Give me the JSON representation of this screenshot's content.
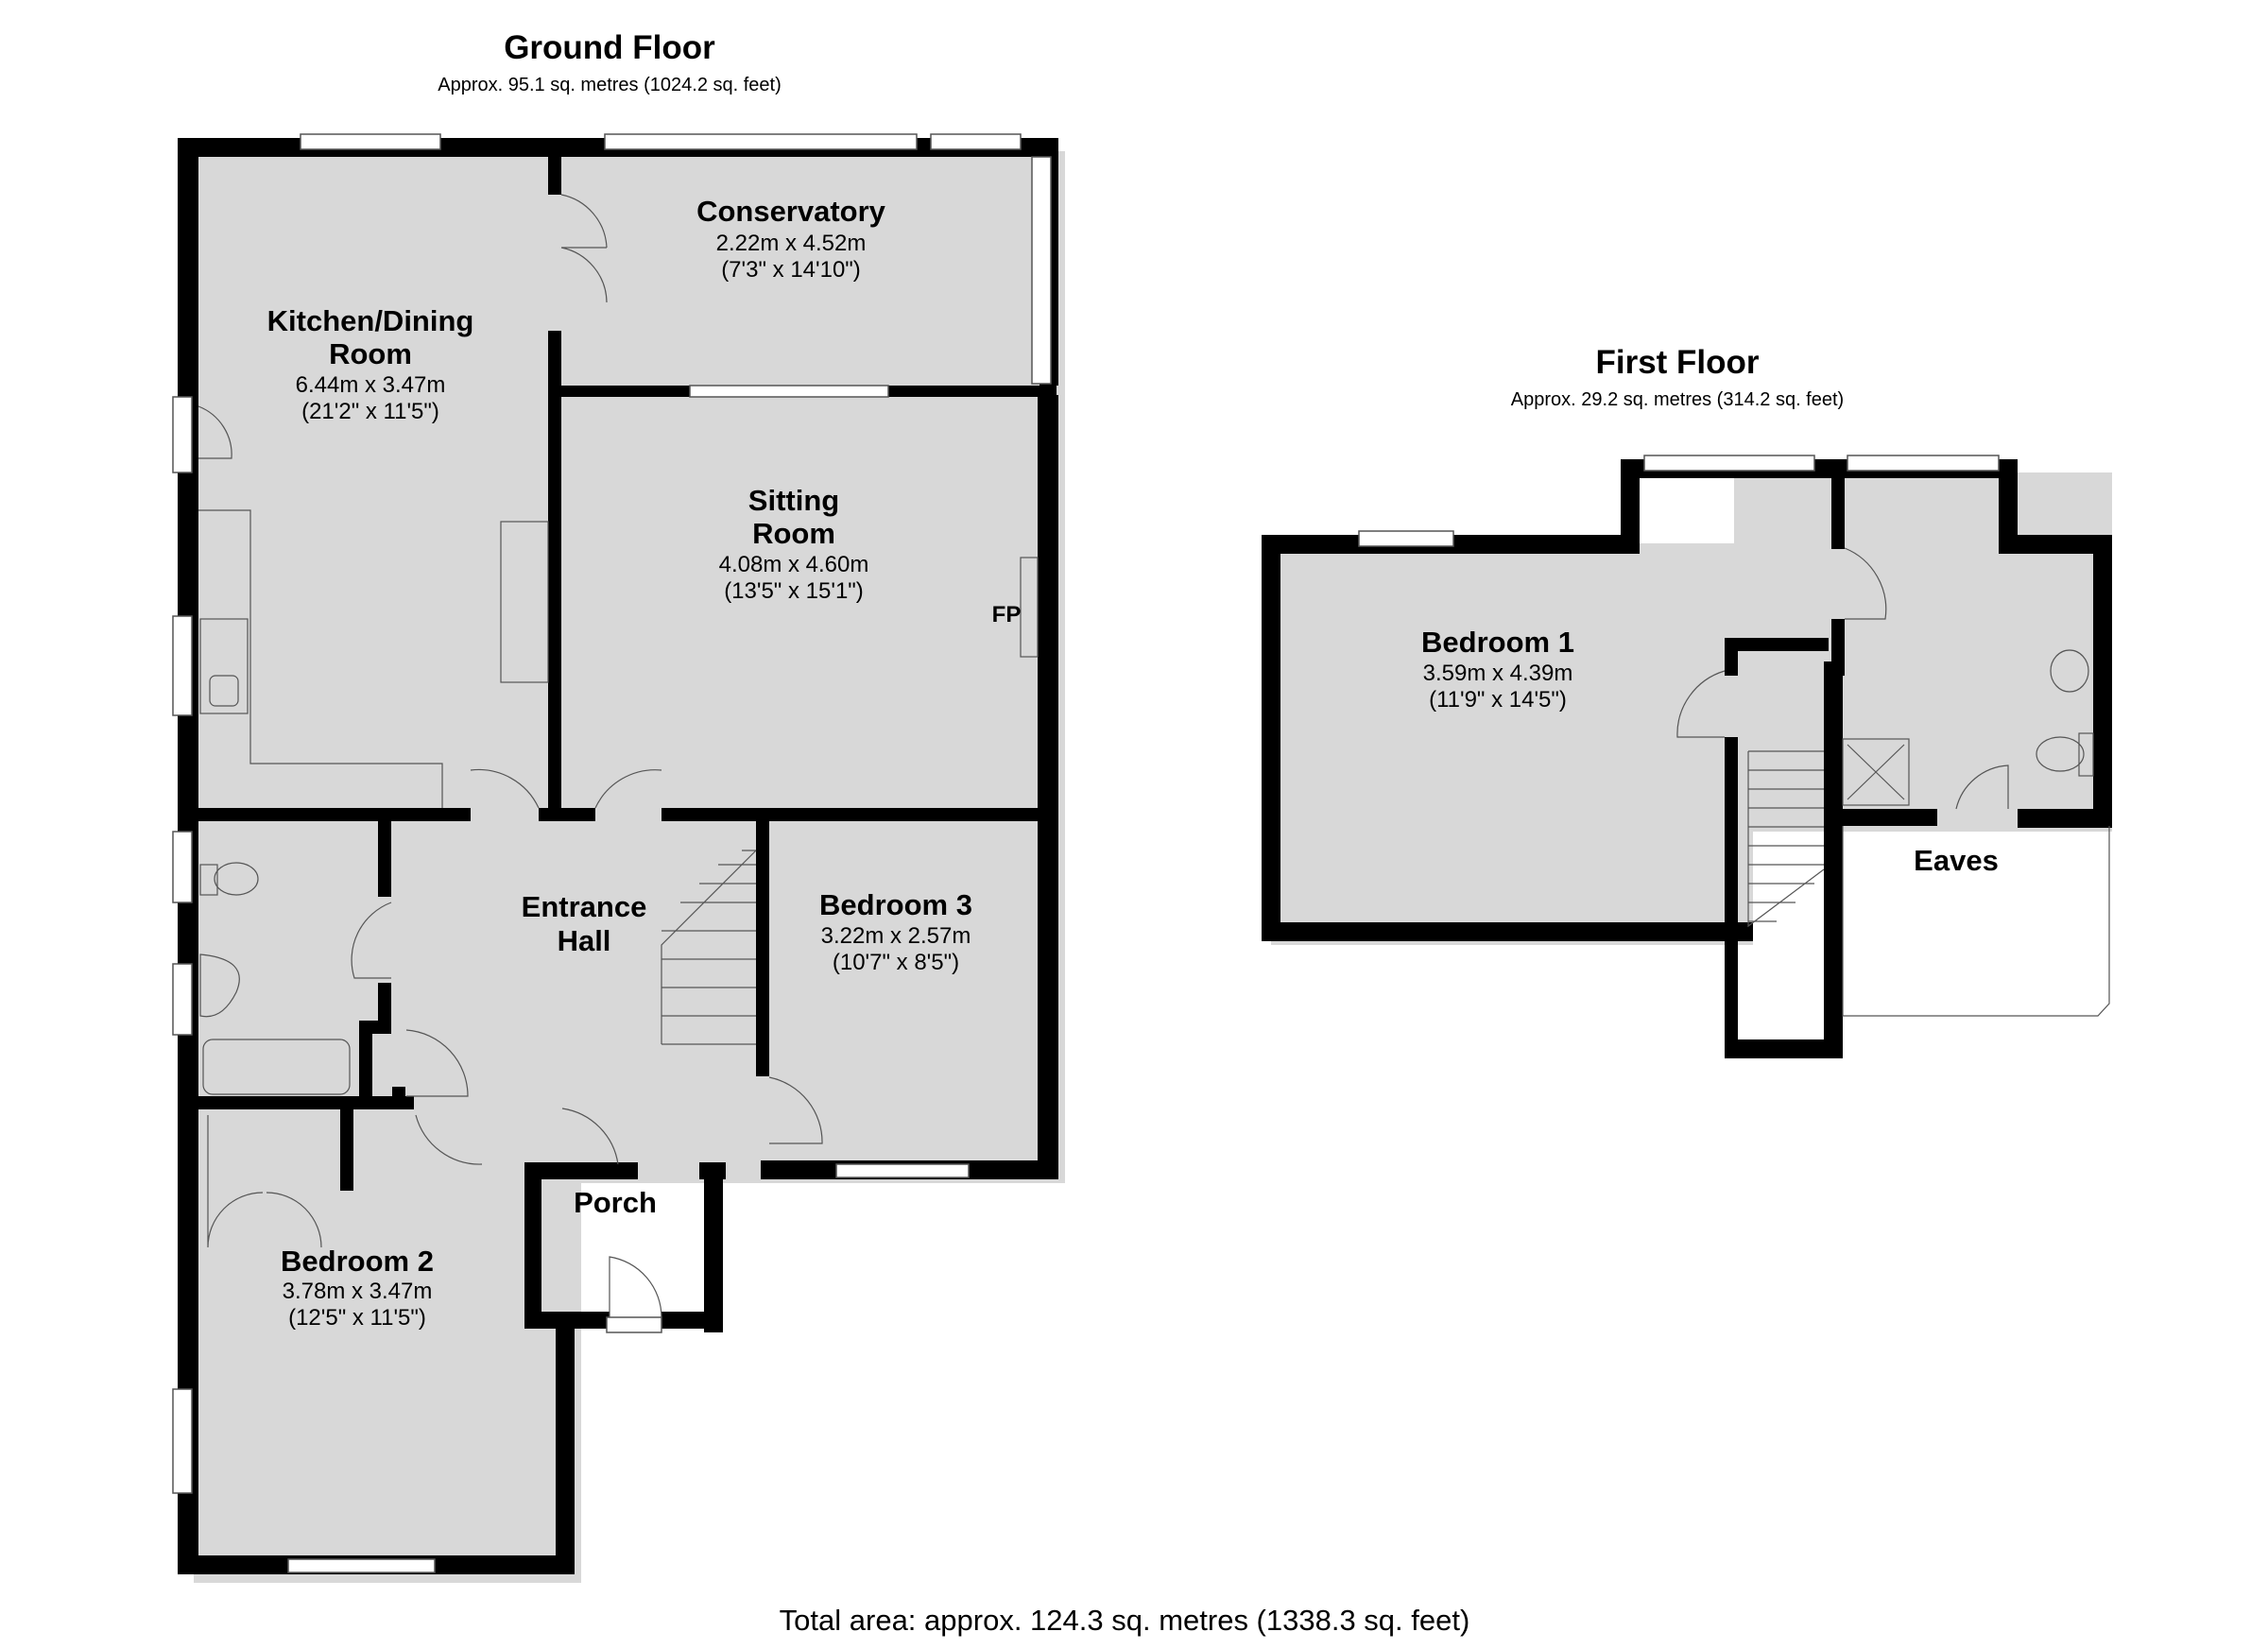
{
  "ground_floor": {
    "title": "Ground Floor",
    "area": "Approx. 95.1 sq. metres (1024.2 sq. feet)",
    "rooms": [
      {
        "name_lines": [
          "Kitchen/Dining",
          "Room"
        ],
        "metric": "6.44m x 3.47m",
        "imperial": "(21'2\" x 11'5\")"
      },
      {
        "name_lines": [
          "Conservatory"
        ],
        "metric": "2.22m x 4.52m",
        "imperial": "(7'3\" x 14'10\")"
      },
      {
        "name_lines": [
          "Sitting",
          "Room"
        ],
        "metric": "4.08m x 4.60m",
        "imperial": "(13'5\" x 15'1\")"
      },
      {
        "name_lines": [
          "Entrance",
          "Hall"
        ]
      },
      {
        "name_lines": [
          "Bedroom 3"
        ],
        "metric": "3.22m x 2.57m",
        "imperial": "(10'7\" x 8'5\")"
      },
      {
        "name_lines": [
          "Porch"
        ]
      },
      {
        "name_lines": [
          "Bedroom 2"
        ],
        "metric": "3.78m x 3.47m",
        "imperial": "(12'5\" x 11'5\")"
      }
    ],
    "fireplace_label": "FP"
  },
  "first_floor": {
    "title": "First Floor",
    "area": "Approx. 29.2 sq. metres (314.2 sq. feet)",
    "rooms": [
      {
        "name_lines": [
          "Bedroom 1"
        ],
        "metric": "3.59m x 4.39m",
        "imperial": "(11'9\" x 14'5\")"
      },
      {
        "name_lines": [
          "Eaves"
        ]
      }
    ]
  },
  "total_area": "Total area: approx. 124.3 sq. metres (1338.3 sq. feet)"
}
